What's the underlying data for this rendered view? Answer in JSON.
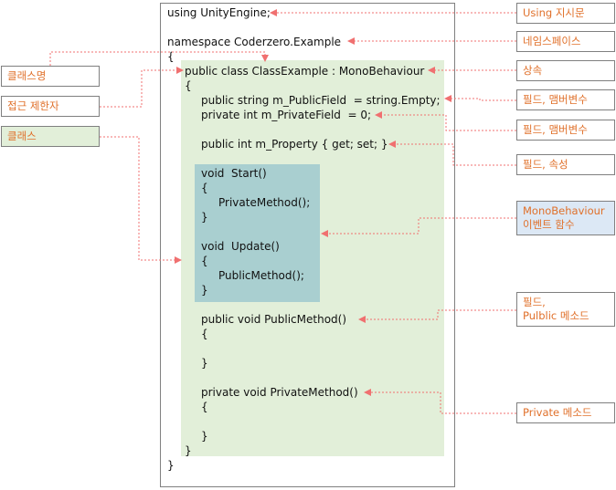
{
  "code": {
    "using": "using UnityEngine;",
    "namespace": "namespace Coderzero.Example",
    "ns_open": "{",
    "class_decl": "public class ClassExample : MonoBehaviour",
    "class_open": "{",
    "public_field": "public string m_PublicField  = string.Empty;",
    "private_field": "private int m_PrivateField  = 0;",
    "property": "public int m_Property { get; set; }",
    "start_decl": "void  Start()",
    "start_open": "{",
    "start_call": "PrivateMethod();",
    "start_close": "}",
    "update_decl": "void  Update()",
    "update_open": "{",
    "update_call": "PublicMethod();",
    "update_close": "}",
    "public_method": "public void PublicMethod()",
    "public_open": "{",
    "public_close": "}",
    "private_method": "private void PrivateMethod()",
    "private_open": "{",
    "private_close": "}",
    "class_close": "}",
    "ns_close": "}"
  },
  "labels": {
    "using": "Using 지시문",
    "namespace": "네임스페이스",
    "inherit": "상속",
    "fields1": "필드, 맴버변수",
    "fields2": "필드, 맴버변수",
    "property": "필드, 속성",
    "mono_events": "MonoBehaviour\n이벤트 함수",
    "public_method": "필드,\nPulblic 메소드",
    "private_method": "Private 메소드",
    "class_name": "클래스명",
    "access_modifier": "접근 제한자",
    "class": "클래스"
  },
  "colors": {
    "label_text": "#e0702a",
    "arrow": "#f07070",
    "class_fill": "#e2efd9",
    "method_fill": "#a9cfd0",
    "mono_label_fill": "#dce8f5"
  }
}
